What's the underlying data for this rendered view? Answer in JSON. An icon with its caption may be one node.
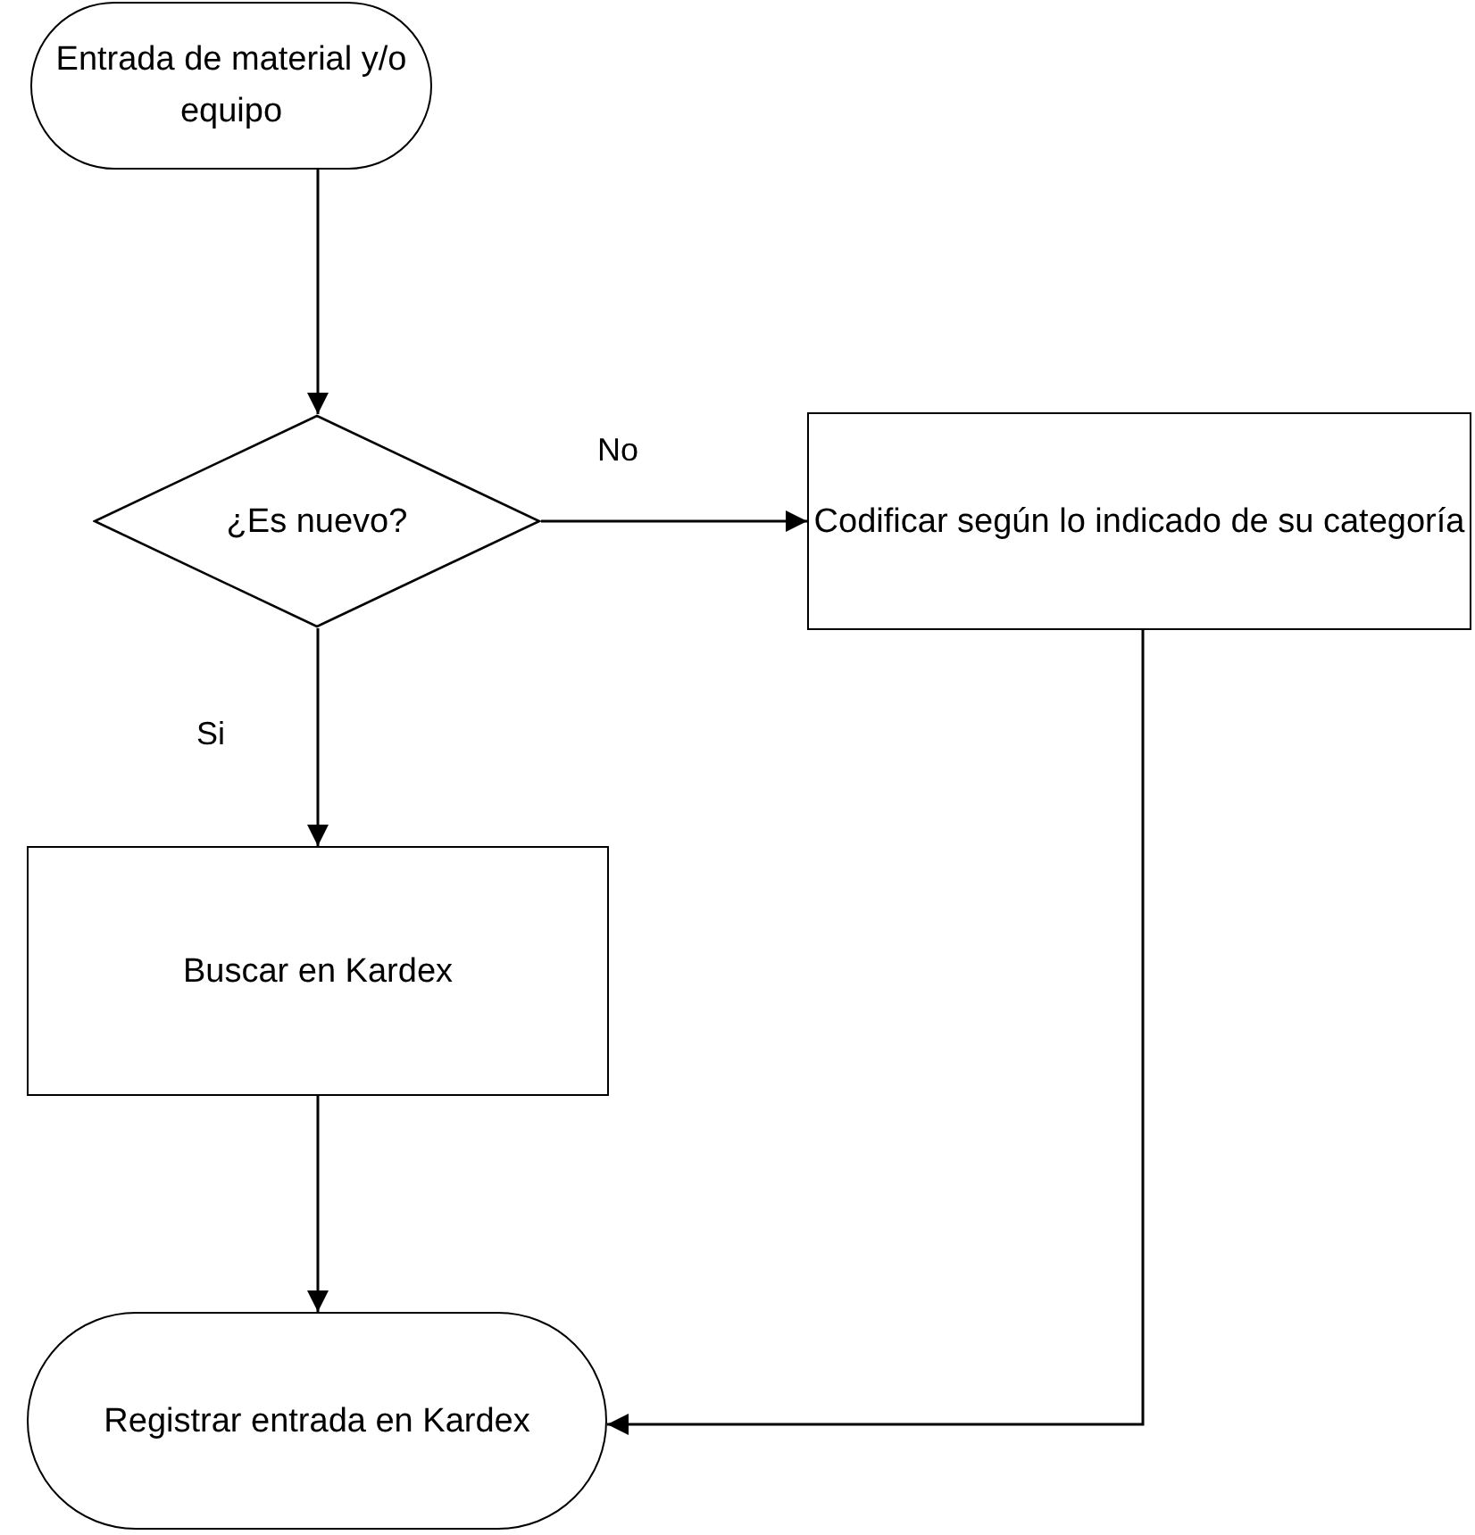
{
  "diagram": {
    "nodes": [
      {
        "text": [
          "Entrada de material y/o equipo"
        ]
      },
      {
        "text": [
          "¿Es nuevo?"
        ]
      },
      {
        "text": [
          "Codificar según lo indicado de su categoría"
        ]
      },
      {
        "text": [
          "Buscar en Kardex"
        ]
      },
      {
        "text": [
          "Registrar entrada en Kardex"
        ]
      }
    ],
    "edges": [
      {
        "from": 0,
        "to": 1,
        "arrow": "to"
      },
      {
        "from": 1,
        "to": 2,
        "arrow": "to",
        "label": "No"
      },
      {
        "from": 1,
        "to": 3,
        "arrow": "to",
        "label": "Si"
      },
      {
        "from": 3,
        "to": 4,
        "arrow": "to"
      },
      {
        "from": 2,
        "to": 4,
        "arrow": "to"
      }
    ]
  }
}
